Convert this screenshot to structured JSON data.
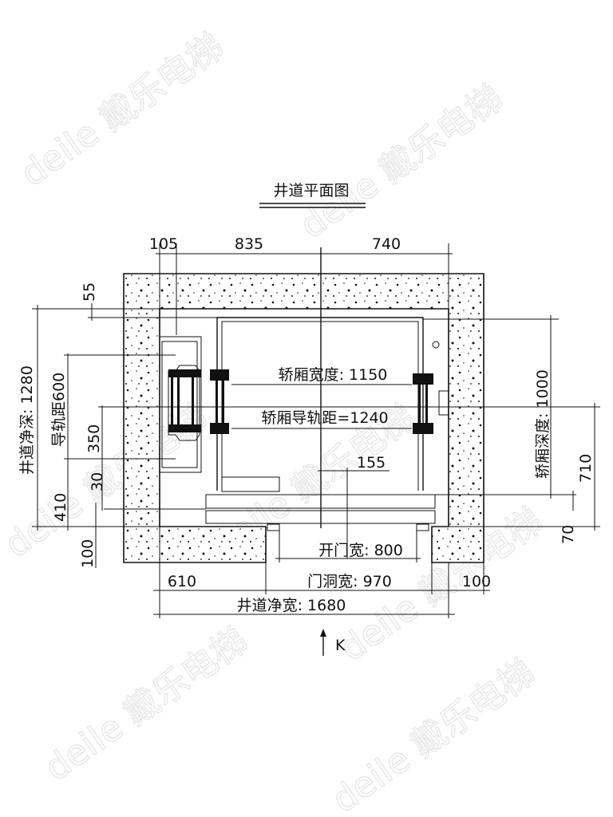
{
  "drawing": {
    "title": "井道平面图",
    "watermark": "deile 戴乐电梯",
    "dimensions": {
      "top_105": "105",
      "top_835": "835",
      "top_740": "740",
      "left_55": "55",
      "shaft_depth": "井道净深: 1280",
      "rail_distance_600": "导轨距600",
      "left_350": "350",
      "left_30": "30",
      "left_410": "410",
      "left_100": "100",
      "car_width": "轿厢宽度: 1150",
      "car_rail_distance": "轿厢导轨距=1240",
      "offset_155": "155",
      "car_depth": "轿厢深度: 1000",
      "right_710": "710",
      "right_70": "70",
      "door_width": "开门宽: 800",
      "door_opening": "门洞宽: 970",
      "bottom_610": "610",
      "bottom_100": "100",
      "shaft_width": "井道净宽: 1680"
    },
    "view_marker": "K"
  }
}
